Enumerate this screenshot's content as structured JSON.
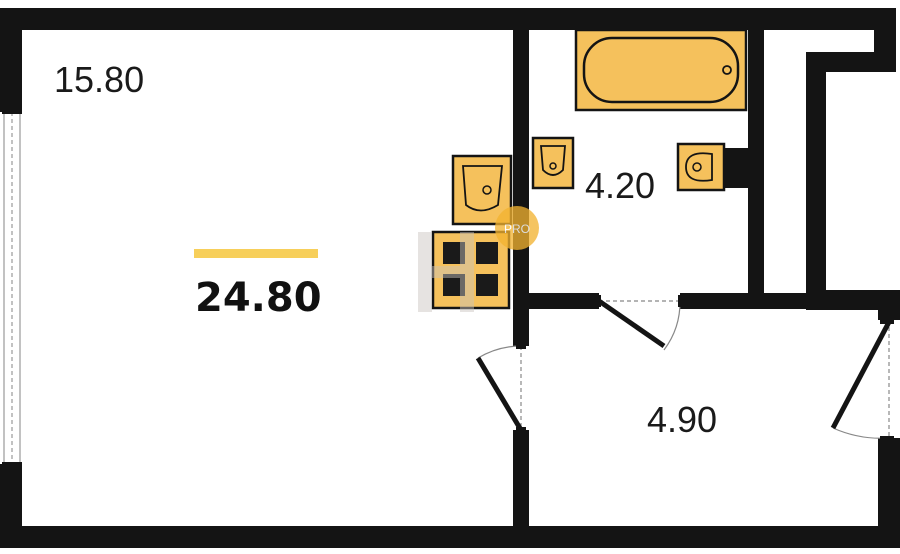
{
  "plan": {
    "total_area": "24.80",
    "rooms": {
      "living": "15.80",
      "bathroom": "4.20",
      "hallway": "4.90"
    },
    "watermark": "PRO"
  },
  "colors": {
    "wall": "#141414",
    "fixture_fill": "#f5c15c",
    "accent": "#f7cf5a",
    "door": "#888888",
    "watermark": "#f2b230"
  }
}
